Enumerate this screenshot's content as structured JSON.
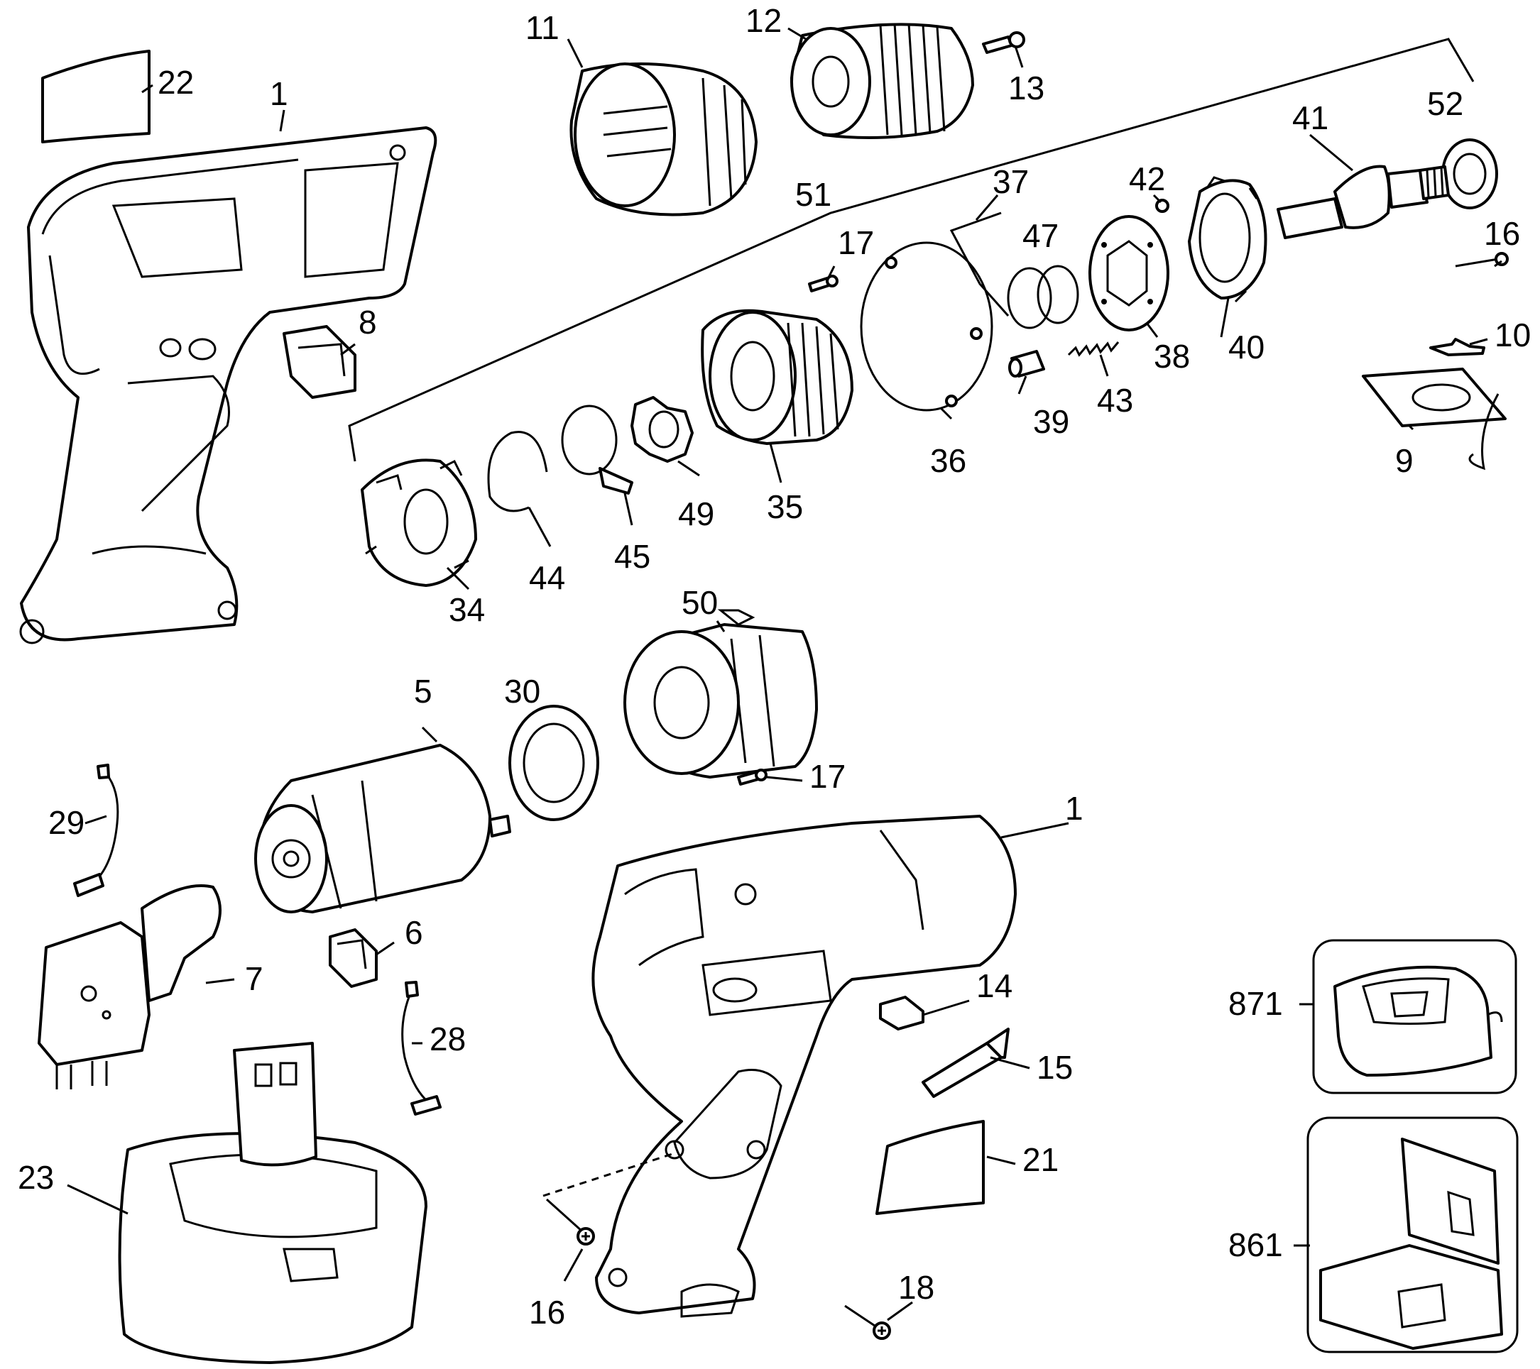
{
  "callouts": {
    "c22": "22",
    "c1a": "1",
    "c11": "11",
    "c12": "12",
    "c13": "13",
    "c51": "51",
    "c52": "52",
    "c41": "41",
    "c42": "42",
    "c37": "37",
    "c17a": "17",
    "c47": "47",
    "c16a": "16",
    "c8": "8",
    "c10": "10",
    "c38": "38",
    "c40": "40",
    "c43": "43",
    "c39": "39",
    "c36": "36",
    "c9": "9",
    "c35": "35",
    "c49": "49",
    "c34": "34",
    "c44": "44",
    "c45": "45",
    "c50": "50",
    "c5": "5",
    "c30": "30",
    "c17b": "17",
    "c29": "29",
    "c1b": "1",
    "c6": "6",
    "c7": "7",
    "c14": "14",
    "c871": "871",
    "c28": "28",
    "c15": "15",
    "c21": "21",
    "c23": "23",
    "c861": "861",
    "c16b": "16",
    "c18": "18"
  },
  "colors": {
    "line": "#000000",
    "background": "#ffffff"
  }
}
